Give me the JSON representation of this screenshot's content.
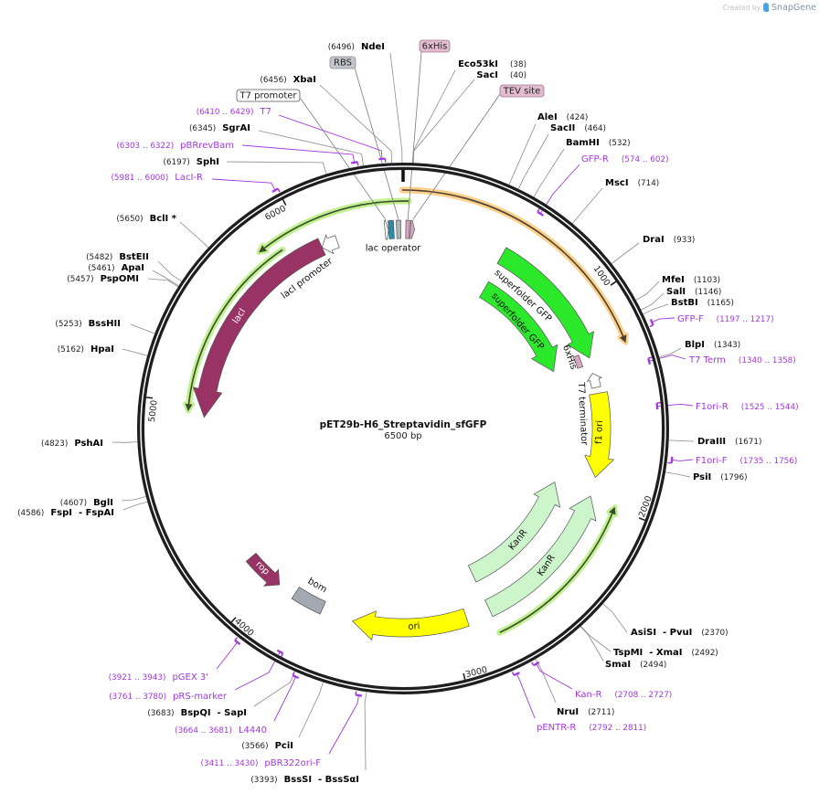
{
  "branding": {
    "created_by": "Created by",
    "app": "SnapGene"
  },
  "map": {
    "name": "pET29b-H6_Streptavidin_sfGFP",
    "length_label": "6500 bp",
    "length_bp": 6500,
    "ticks": [
      {
        "bp": 1000,
        "label": "1000"
      },
      {
        "bp": 2000,
        "label": "2000"
      },
      {
        "bp": 3000,
        "label": "3000"
      },
      {
        "bp": 4000,
        "label": "4000"
      },
      {
        "bp": 5000,
        "label": "5000"
      },
      {
        "bp": 6000,
        "label": "6000"
      }
    ]
  },
  "colors": {
    "backbone": "#1e1e1e",
    "enzyme_line": "#8c8c8c",
    "primer": "#a238e0",
    "feature_line": "#7a7a7a",
    "feature_stroke": "#555555"
  },
  "enzymes": [
    {
      "name": "NdeI",
      "position": "(6496)",
      "bp": 6496
    },
    {
      "name": "Eco53kI",
      "position": "(38)",
      "bp": 38
    },
    {
      "name": "SacI",
      "position": "(40)",
      "bp": 40
    },
    {
      "name": "XbaI",
      "position": "(6456)",
      "bp": 6456
    },
    {
      "name": "SgrAI",
      "position": "(6345)",
      "bp": 6345
    },
    {
      "name": "SphI",
      "position": "(6197)",
      "bp": 6197
    },
    {
      "name": "AleI",
      "position": "(424)",
      "bp": 424
    },
    {
      "name": "SacII",
      "position": "(464)",
      "bp": 464
    },
    {
      "name": "BamHI",
      "position": "(532)",
      "bp": 532
    },
    {
      "name": "MscI",
      "position": "(714)",
      "bp": 714
    },
    {
      "name": "DraI",
      "position": "(933)",
      "bp": 933
    },
    {
      "name": "MfeI",
      "position": "(1103)",
      "bp": 1103
    },
    {
      "name": "SalI",
      "position": "(1146)",
      "bp": 1146
    },
    {
      "name": "BstBI",
      "position": "(1165)",
      "bp": 1165
    },
    {
      "name": "BlpI",
      "position": "(1343)",
      "bp": 1343
    },
    {
      "name": "DraIII",
      "position": "(1671)",
      "bp": 1671
    },
    {
      "name": "PsiI",
      "position": "(1796)",
      "bp": 1796
    },
    {
      "name": "AsiSI  - PvuI",
      "position": "(2370)",
      "bp": 2370
    },
    {
      "name": "TspMI  - XmaI",
      "position": "(2492)",
      "bp": 2492
    },
    {
      "name": "SmaI",
      "position": "(2494)",
      "bp": 2494
    },
    {
      "name": "NruI",
      "position": "(2711)",
      "bp": 2711
    },
    {
      "name": "BspQI  - SapI",
      "position": "(3683)",
      "bp": 3683
    },
    {
      "name": "PciI",
      "position": "(3566)",
      "bp": 3566
    },
    {
      "name": "BssSI  - BssSαI",
      "position": "(3393)",
      "bp": 3393
    },
    {
      "name": "BclI *",
      "position": "(5650)",
      "bp": 5650
    },
    {
      "name": "BstEII",
      "position": "(5482)",
      "bp": 5482
    },
    {
      "name": "ApaI",
      "position": "(5461)",
      "bp": 5461
    },
    {
      "name": "PspOMI",
      "position": "(5457)",
      "bp": 5457
    },
    {
      "name": "BssHII",
      "position": "(5253)",
      "bp": 5253
    },
    {
      "name": "HpaI",
      "position": "(5162)",
      "bp": 5162
    },
    {
      "name": "PshAI",
      "position": "(4823)",
      "bp": 4823
    },
    {
      "name": "BglI",
      "position": "(4607)",
      "bp": 4607
    },
    {
      "name": "FspI  - FspAI",
      "position": "(4586)",
      "bp": 4586
    }
  ],
  "primers": [
    {
      "name": "T7",
      "range": "(6410 .. 6429)",
      "start": 6410,
      "end": 6429,
      "strand": 1
    },
    {
      "name": "pBRrevBam",
      "range": "(6303 .. 6322)",
      "start": 6303,
      "end": 6322,
      "strand": 1
    },
    {
      "name": "LacI-R",
      "range": "(5981 .. 6000)",
      "start": 5981,
      "end": 6000,
      "strand": 1
    },
    {
      "name": "GFP-R",
      "range": "(574 .. 602)",
      "start": 574,
      "end": 602,
      "strand": -1
    },
    {
      "name": "GFP-F",
      "range": "(1197 .. 1217)",
      "start": 1197,
      "end": 1217,
      "strand": 1
    },
    {
      "name": "T7 Term",
      "range": "(1340 .. 1358)",
      "start": 1340,
      "end": 1358,
      "strand": -1
    },
    {
      "name": "F1ori-R",
      "range": "(1525 .. 1544)",
      "start": 1525,
      "end": 1544,
      "strand": -1
    },
    {
      "name": "F1ori-F",
      "range": "(1735 .. 1756)",
      "start": 1735,
      "end": 1756,
      "strand": 1
    },
    {
      "name": "Kan-R",
      "range": "(2708 .. 2727)",
      "start": 2708,
      "end": 2727,
      "strand": 1
    },
    {
      "name": "pENTR-R",
      "range": "(2792 .. 2811)",
      "start": 2792,
      "end": 2811,
      "strand": 1
    },
    {
      "name": "pGEX 3'",
      "range": "(3921 .. 3943)",
      "start": 3921,
      "end": 3943,
      "strand": 1
    },
    {
      "name": "pRS-marker",
      "range": "(3761 .. 3780)",
      "start": 3761,
      "end": 3780,
      "strand": -1
    },
    {
      "name": "L4440",
      "range": "(3664 .. 3681)",
      "start": 3664,
      "end": 3681,
      "strand": 1
    },
    {
      "name": "pBR322ori-F",
      "range": "(3411 .. 3430)",
      "start": 3411,
      "end": 3430,
      "strand": 1
    }
  ],
  "features": [
    {
      "name": "T7 promoter",
      "start": 6406,
      "end": 6424,
      "direction": 1,
      "color": "#ffffff",
      "label_style": "boxed",
      "box_color": "#ffffff",
      "box_border": "#555555"
    },
    {
      "name": "lac operator",
      "start": 6425,
      "end": 6452,
      "direction": 0,
      "color": "#2a8aa8",
      "label_style": "inside"
    },
    {
      "name": "RBS",
      "start": 6466,
      "end": 6488,
      "direction": 0,
      "color": "#b0b5ba",
      "label_style": "boxed",
      "box_color": "#c2c6ca",
      "box_border": "#8a8e93"
    },
    {
      "name": "6xHis",
      "start": 14,
      "end": 33,
      "direction": 0,
      "color": "#d9a6c4",
      "label_style": "boxed",
      "box_color": "#e2bccf",
      "box_border": "#a07890"
    },
    {
      "name": "TEV site",
      "start": 38,
      "end": 60,
      "direction": 1,
      "color": "#d9a6c4",
      "label_style": "boxed",
      "box_color": "#e2bccf",
      "box_border": "#a07890"
    },
    {
      "name": "lacI promoter",
      "start": 6065,
      "end": 6150,
      "direction": -1,
      "color": "#ffffff",
      "label_style": "inside"
    },
    {
      "name": "lacI",
      "start": 4933,
      "end": 6065,
      "direction": -1,
      "color": "#993366",
      "label_style": "inside"
    },
    {
      "name": "superfolder GFP",
      "start": 536,
      "end": 1251,
      "direction": 1,
      "color": "#2be82b",
      "label_style": "inside"
    },
    {
      "name": "superfolder GFP",
      "start": 545,
      "end": 1251,
      "direction": 1,
      "color": "#2be82b",
      "label_style": "inside"
    },
    {
      "name": "6xHis",
      "start": 1215,
      "end": 1282,
      "direction": 0,
      "color": "#d9a6c4",
      "label_style": "inside"
    },
    {
      "name": "T7 terminator",
      "start": 1332,
      "end": 1408,
      "direction": -1,
      "color": "#ffffff",
      "label_style": "inside"
    },
    {
      "name": "f1 ori",
      "start": 1440,
      "end": 1882,
      "direction": 1,
      "color": "#ffff00",
      "label_style": "inside"
    },
    {
      "name": "KanR",
      "start": 1983,
      "end": 2790,
      "direction": -1,
      "color": "#ccf5cc",
      "label_style": "inside"
    },
    {
      "name": "KanR",
      "start": 1977,
      "end": 2791,
      "direction": -1,
      "color": "#ccf5cc",
      "label_style": "inside"
    },
    {
      "name": "ori",
      "start": 2916,
      "end": 3516,
      "direction": 1,
      "color": "#ffff00",
      "label_style": "inside"
    },
    {
      "name": "bom",
      "start": 3685,
      "end": 3850,
      "direction": 0,
      "color": "#a3a9b0",
      "label_style": "inside"
    },
    {
      "name": "rop",
      "start": 3942,
      "end": 4148,
      "direction": -1,
      "color": "#993366",
      "label_style": "inside"
    }
  ],
  "orfs": [
    {
      "start": 6496,
      "end": 1245,
      "direction": 1,
      "glow": "#fdd08b",
      "line": "#4a4030"
    },
    {
      "start": 5790,
      "end": 25,
      "direction": -1,
      "glow": "#c0f090",
      "line": "#3a4a2a"
    },
    {
      "start": 4958,
      "end": 5886,
      "direction": -1,
      "glow": "#c0f090",
      "line": "#3a4a2a"
    },
    {
      "start": 1991,
      "end": 2792,
      "direction": -1,
      "glow": "#c0f090",
      "line": "#3a4a2a"
    }
  ]
}
